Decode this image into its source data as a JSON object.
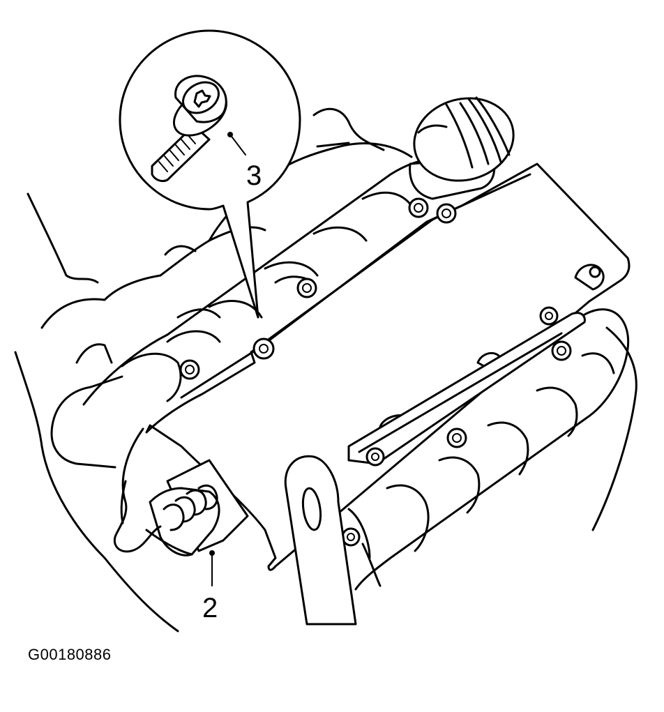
{
  "figure": {
    "id_label": "G00180886",
    "callouts": {
      "bolt": "3",
      "connector": "2"
    }
  },
  "parts": [
    {
      "key": "bolt",
      "icon": "torx-bolt-icon"
    },
    {
      "key": "connector",
      "icon": "harness-connector-icon"
    },
    {
      "key": "cover",
      "icon": "ignition-coil-cover-icon"
    },
    {
      "key": "oil_cap",
      "icon": "oil-filler-cap-icon"
    }
  ]
}
